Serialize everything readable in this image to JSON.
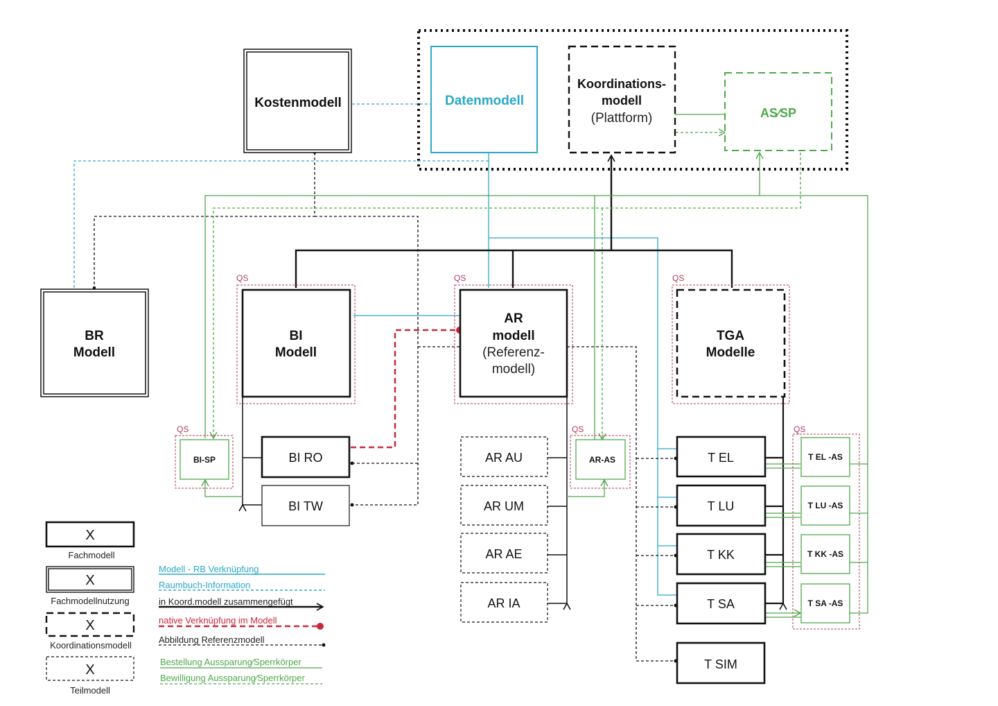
{
  "colors": {
    "black": "#111111",
    "blue": "#2aa7c9",
    "green": "#4ea84a",
    "red": "#c8283c",
    "qs": "#b03a5a"
  },
  "nodes": {
    "kostenmodell": "Kostenmodell",
    "datenmodell": "Datenmodell",
    "koord_1": "Koordinations-",
    "koord_2": "modell",
    "koord_3": "(Plattform)",
    "as_sp": "AS∕SP",
    "br_1": "BR",
    "br_2": "Modell",
    "bi_1": "BI",
    "bi_2": "Modell",
    "ar_1": "AR",
    "ar_2": "modell",
    "ar_3": "(Referenz-",
    "ar_4": "modell)",
    "tga_1": "TGA",
    "tga_2": "Modelle",
    "bi_sp": "BI-SP",
    "bi_ro": "BI RO",
    "bi_tw": "BI TW",
    "ar_au": "AR AU",
    "ar_um": "AR UM",
    "ar_ae": "AR AE",
    "ar_ia": "AR IA",
    "ar_as": "AR-AS",
    "t_el": "T EL",
    "t_lu": "T LU",
    "t_kk": "T KK",
    "t_sa": "T SA",
    "t_sim": "T SIM",
    "t_el_as": "T EL -AS",
    "t_lu_as": "T LU -AS",
    "t_kk_as": "T KK -AS",
    "t_sa_as": "T SA -AS"
  },
  "qs_label": "QS",
  "legend": {
    "box_symbol": "X",
    "fachmodell": "Fachmodell",
    "fachmodellnutzung": "Fachmodellnutzung",
    "koordinationsmodell": "Koordinationsmodell",
    "teilmodell": "Teilmodell",
    "lines": [
      {
        "label": "Modell - RB Verknüpfung",
        "color": "#2aa7c9"
      },
      {
        "label": "Raumbuch-Information",
        "color": "#2aa7c9"
      },
      {
        "label": "in Koord.modell zusammengefügt",
        "color": "#111111"
      },
      {
        "label": "native Verknüpfung im Modell",
        "color": "#c8283c"
      },
      {
        "label": "Abbildung Referenzmodell",
        "color": "#111111"
      },
      {
        "label": "Bestellung Aussparung∕Sperrkörper",
        "color": "#4ea84a"
      },
      {
        "label": "Bewilligung Aussparung∕Sperrkörper",
        "color": "#4ea84a"
      }
    ]
  }
}
